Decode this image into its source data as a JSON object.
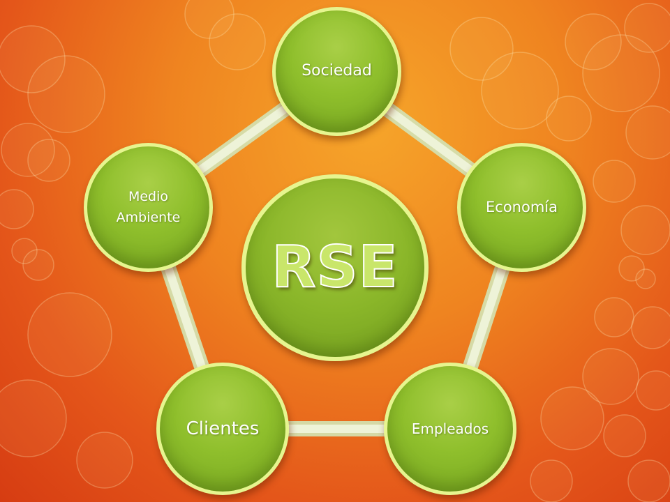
{
  "center": {
    "label": "RSE"
  },
  "nodes": {
    "sociedad": "Sociedad",
    "economia": "Economía",
    "empleados": "Empleados",
    "clientes": "Clientes",
    "medio_line1": "Medio",
    "medio_line2": "Ambiente"
  },
  "colors": {
    "node_green": "#8fbf2c",
    "node_border": "#e6f58f",
    "ring": "#dfe8c4",
    "background_orange": "#ef8420"
  }
}
